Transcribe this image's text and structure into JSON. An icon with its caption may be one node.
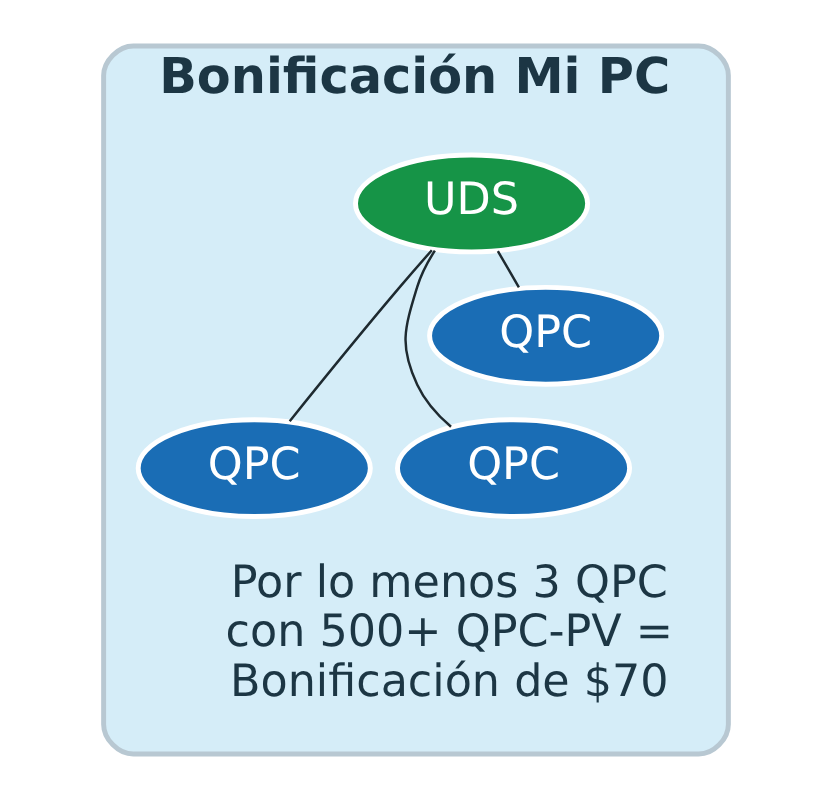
{
  "diagram": {
    "nodes": [
      {
        "text": [
          "Bonificación Mi PC",
          "Por lo menos 3 QPC con 500+ QPC-PV = Bonificación de $70"
        ]
      },
      {
        "text": [
          "UDS"
        ],
        "in": 0
      },
      {
        "text": [
          "QPC"
        ],
        "in": 0
      },
      {
        "text": [
          "QPC"
        ],
        "in": 0
      },
      {
        "text": [
          "QPC"
        ],
        "in": 0
      }
    ],
    "edges": [
      {
        "from": 1,
        "to": 2,
        "arrow": "none"
      },
      {
        "from": 1,
        "to": 3,
        "arrow": "none"
      },
      {
        "from": 1,
        "to": 4,
        "arrow": "none"
      }
    ]
  }
}
